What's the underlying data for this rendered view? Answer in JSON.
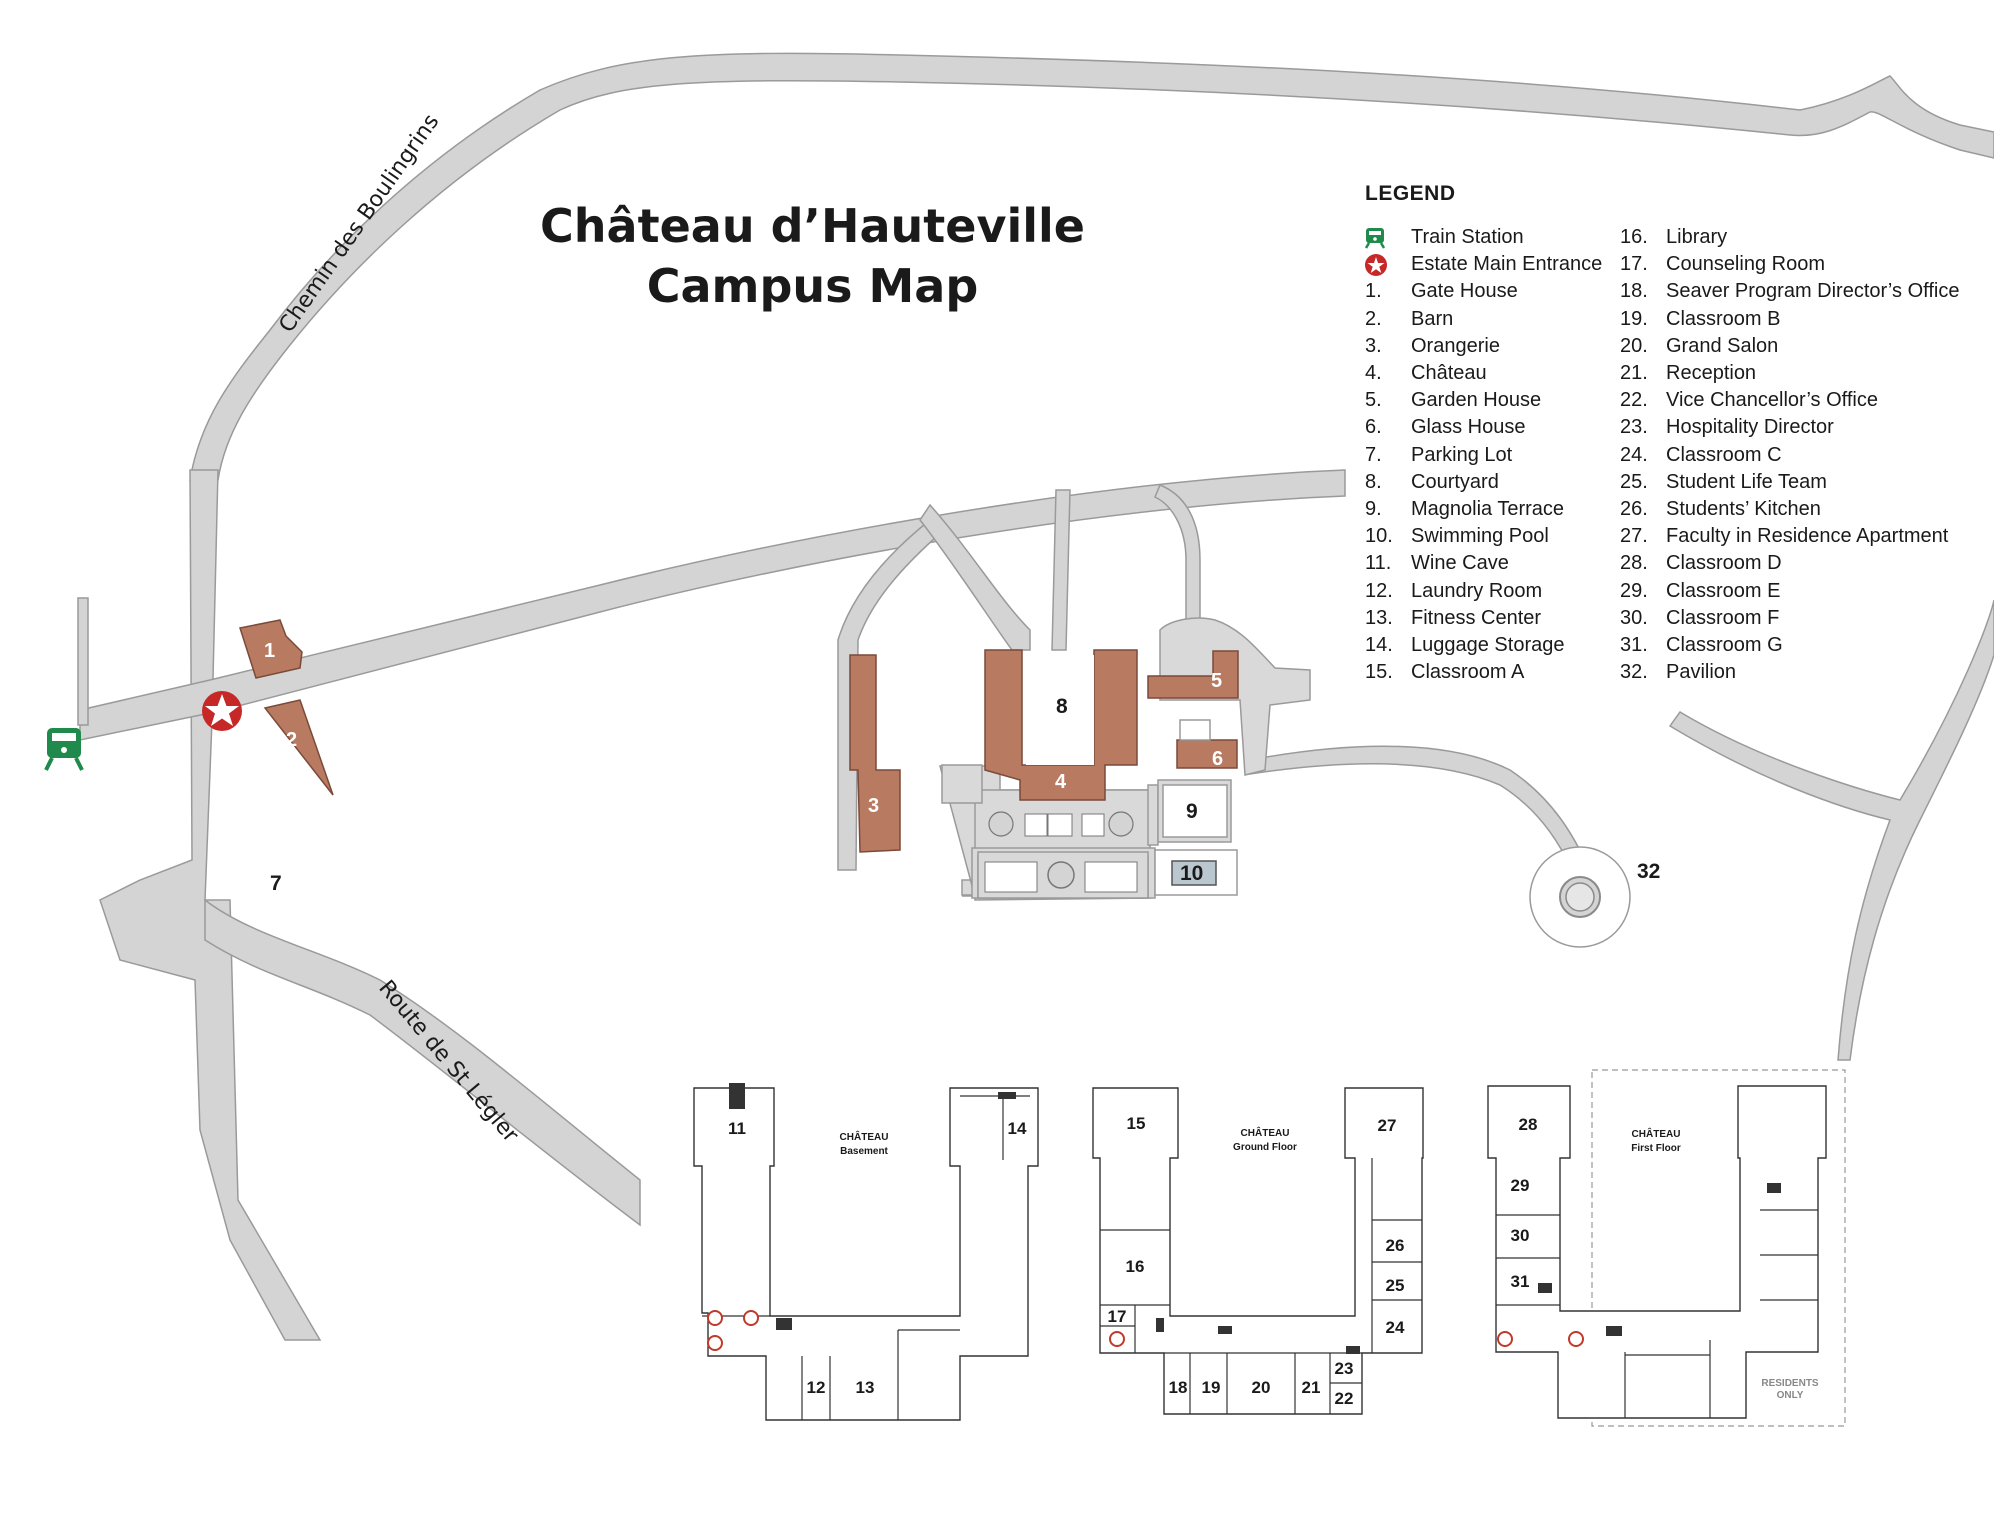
{
  "title": {
    "line1": "Château d’Hauteville",
    "line2": "Campus Map"
  },
  "road_labels": {
    "north": "Chemin des Boulingrins",
    "south": "Route de St Légler"
  },
  "legend": {
    "heading": "LEGEND",
    "symbols": [
      {
        "icon": "train-icon",
        "label": "Train Station",
        "color": "#1f8a4c"
      },
      {
        "icon": "star-icon",
        "label": "Estate Main Entrance",
        "color": "#c62828"
      }
    ],
    "items_col1": [
      {
        "num": "1.",
        "label": "Gate House"
      },
      {
        "num": "2.",
        "label": "Barn"
      },
      {
        "num": "3.",
        "label": "Orangerie"
      },
      {
        "num": "4.",
        "label": "Château"
      },
      {
        "num": "5.",
        "label": "Garden House"
      },
      {
        "num": "6.",
        "label": "Glass House"
      },
      {
        "num": "7.",
        "label": "Parking Lot"
      },
      {
        "num": "8.",
        "label": "Courtyard"
      },
      {
        "num": "9.",
        "label": "Magnolia Terrace"
      },
      {
        "num": "10.",
        "label": "Swimming Pool"
      },
      {
        "num": "11.",
        "label": "Wine Cave"
      },
      {
        "num": "12.",
        "label": "Laundry Room"
      },
      {
        "num": "13.",
        "label": "Fitness Center"
      },
      {
        "num": "14.",
        "label": "Luggage Storage"
      },
      {
        "num": "15.",
        "label": "Classroom A"
      }
    ],
    "items_col2": [
      {
        "num": "16.",
        "label": "Library"
      },
      {
        "num": "17.",
        "label": "Counseling Room"
      },
      {
        "num": "18.",
        "label": "Seaver Program Director’s Office"
      },
      {
        "num": "19.",
        "label": "Classroom B"
      },
      {
        "num": "20.",
        "label": "Grand Salon"
      },
      {
        "num": "21.",
        "label": "Reception"
      },
      {
        "num": "22.",
        "label": "Vice Chancellor’s Office"
      },
      {
        "num": "23.",
        "label": "Hospitality Director"
      },
      {
        "num": "24.",
        "label": "Classroom C"
      },
      {
        "num": "25.",
        "label": "Student Life Team"
      },
      {
        "num": "26.",
        "label": "Students’ Kitchen"
      },
      {
        "num": "27.",
        "label": "Faculty in Residence Apartment"
      },
      {
        "num": "28.",
        "label": "Classroom D"
      },
      {
        "num": "29.",
        "label": "Classroom E"
      },
      {
        "num": "30.",
        "label": "Classroom F"
      },
      {
        "num": "31.",
        "label": "Classroom G"
      },
      {
        "num": "32.",
        "label": "Pavilion"
      }
    ]
  },
  "map_numbers": {
    "n1": "1",
    "n2": "2",
    "n3": "3",
    "n4": "4",
    "n5": "5",
    "n6": "6",
    "n7": "7",
    "n8": "8",
    "n9": "9",
    "n10": "10",
    "n32": "32"
  },
  "floorplans": {
    "basement": {
      "title1": "CHÂTEAU",
      "title2": "Basement",
      "rooms": [
        "11",
        "14",
        "12",
        "13"
      ]
    },
    "ground": {
      "title1": "CHÂTEAU",
      "title2": "Ground Floor",
      "rooms": [
        "15",
        "27",
        "16",
        "17",
        "26",
        "25",
        "24",
        "18",
        "19",
        "20",
        "21",
        "23",
        "22"
      ]
    },
    "first": {
      "title1": "CHÂTEAU",
      "title2": "First Floor",
      "rooms": [
        "28",
        "29",
        "30",
        "31"
      ],
      "note1": "RESIDENTS",
      "note2": "ONLY"
    }
  },
  "colors": {
    "building": "#b97a62",
    "road": "#d4d4d4",
    "train": "#1f8a4c",
    "entrance": "#c62828"
  }
}
